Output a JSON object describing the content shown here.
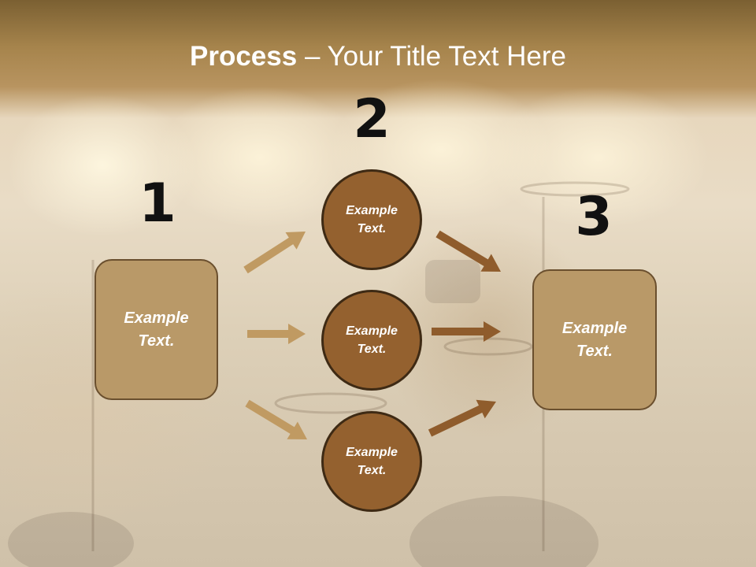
{
  "title": {
    "bold": "Process",
    "rest": " – Your Title Text Here"
  },
  "steps": [
    {
      "number": "1"
    },
    {
      "number": "2"
    },
    {
      "number": "3"
    }
  ],
  "left_box": {
    "text": "Example Text."
  },
  "circles": [
    {
      "text": "Example Text."
    },
    {
      "text": "Example Text."
    },
    {
      "text": "Example Text."
    }
  ],
  "right_box": {
    "text": "Example Text."
  },
  "colors": {
    "box_fill": "#b99968",
    "circle_fill": "#94612f",
    "arrow_light": "#c09a62",
    "arrow_dark": "#8f5c2c"
  },
  "icons": {
    "arrow": "arrow-icon"
  }
}
